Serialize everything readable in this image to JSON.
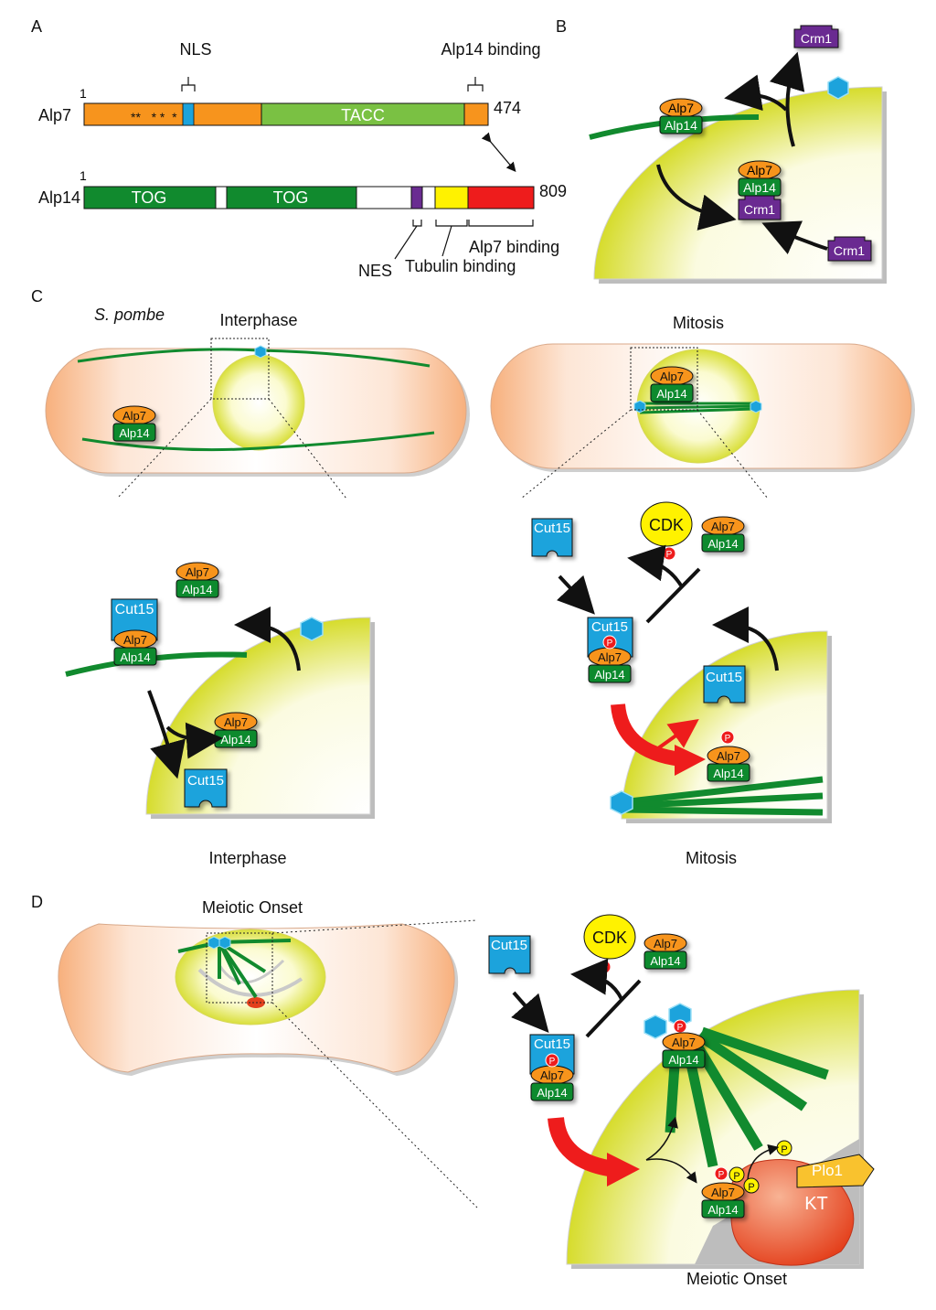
{
  "panels": {
    "a": "A",
    "b": "B",
    "c": "C",
    "d": "D"
  },
  "domains": {
    "alp7": "Alp7",
    "alp14": "Alp14",
    "alp7_start": "1",
    "alp7_end": "474",
    "alp14_start": "1",
    "alp14_end": "809",
    "tacc": "TACC",
    "tog1": "TOG",
    "tog2": "TOG",
    "nls": "NLS",
    "alp14_binding": "Alp14 binding",
    "nes": "NES",
    "tubulin_binding": "Tubulin binding",
    "alp7_binding": "Alp7 binding",
    "stars": "**   * *  *"
  },
  "proteins": {
    "alp7": "Alp7",
    "alp14": "Alp14",
    "crm1": "Crm1",
    "cut15": "Cut15",
    "cdk": "CDK",
    "p": "P",
    "plo1": "Plo1",
    "kt": "KT"
  },
  "labels": {
    "s_pombe": "S. pombe",
    "interphase": "Interphase",
    "mitosis": "Mitosis",
    "interphase_bottom": "Interphase",
    "mitosis_bottom": "Mitosis",
    "meiotic_onset": "Meiotic Onset",
    "meiotic_onset_bottom": "Meiotic Onset"
  },
  "colors": {
    "orange": "#f7941d",
    "green": "#118a2e",
    "blue": "#1ca3dc",
    "purple": "#6a2c91",
    "red": "#ee1c1c",
    "yellow": "#fff200",
    "cell": "#f9b98b",
    "nucleus": "#e5ea5c"
  }
}
